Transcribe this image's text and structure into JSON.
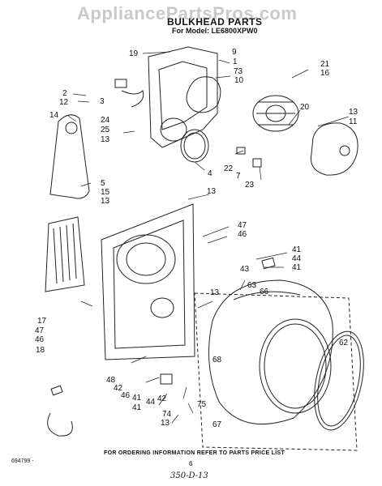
{
  "watermark": "AppliancePartsPros.com",
  "header": {
    "title": "BULKHEAD PARTS",
    "model_line": "For Model: LE6800XPW0"
  },
  "callouts": [
    {
      "id": "c19a",
      "text": "19"
    },
    {
      "id": "c9",
      "text": "9"
    },
    {
      "id": "c1",
      "text": "1"
    },
    {
      "id": "c73",
      "text": "73"
    },
    {
      "id": "c10",
      "text": "10"
    },
    {
      "id": "c21",
      "text": "21"
    },
    {
      "id": "c16",
      "text": "16"
    },
    {
      "id": "c2",
      "text": "2"
    },
    {
      "id": "c12",
      "text": "12"
    },
    {
      "id": "c3",
      "text": "3"
    },
    {
      "id": "c14",
      "text": "14"
    },
    {
      "id": "c24",
      "text": "24"
    },
    {
      "id": "c25",
      "text": "25"
    },
    {
      "id": "c13a",
      "text": "13"
    },
    {
      "id": "c20",
      "text": "20"
    },
    {
      "id": "c13b",
      "text": "13"
    },
    {
      "id": "c11",
      "text": "11"
    },
    {
      "id": "c22",
      "text": "22"
    },
    {
      "id": "c7",
      "text": "7"
    },
    {
      "id": "c23",
      "text": "23"
    },
    {
      "id": "c4",
      "text": "4"
    },
    {
      "id": "c5",
      "text": "5"
    },
    {
      "id": "c15",
      "text": "15"
    },
    {
      "id": "c13c",
      "text": "13"
    },
    {
      "id": "c13d",
      "text": "13"
    },
    {
      "id": "c47a",
      "text": "47"
    },
    {
      "id": "c46a",
      "text": "46"
    },
    {
      "id": "c41a",
      "text": "41"
    },
    {
      "id": "c44a",
      "text": "44"
    },
    {
      "id": "c41b",
      "text": "41"
    },
    {
      "id": "c43",
      "text": "43"
    },
    {
      "id": "c63",
      "text": "63"
    },
    {
      "id": "c66",
      "text": "66"
    },
    {
      "id": "c13e",
      "text": "13"
    },
    {
      "id": "c17",
      "text": "17"
    },
    {
      "id": "c47b",
      "text": "47"
    },
    {
      "id": "c46b",
      "text": "46"
    },
    {
      "id": "c18",
      "text": "18"
    },
    {
      "id": "c62",
      "text": "62"
    },
    {
      "id": "c68",
      "text": "68"
    },
    {
      "id": "c48",
      "text": "48"
    },
    {
      "id": "c42a",
      "text": "42"
    },
    {
      "id": "c46c",
      "text": "46"
    },
    {
      "id": "c41c",
      "text": "41"
    },
    {
      "id": "c41d",
      "text": "41"
    },
    {
      "id": "c44b",
      "text": "44"
    },
    {
      "id": "c42b",
      "text": "42"
    },
    {
      "id": "c75",
      "text": "75"
    },
    {
      "id": "c74",
      "text": "74"
    },
    {
      "id": "c13f",
      "text": "13"
    },
    {
      "id": "c67",
      "text": "67"
    }
  ],
  "footer": {
    "code": "694799 -",
    "ordering_info": "FOR ORDERING INFORMATION REFER TO PARTS PRICE LIST",
    "page_number": "6",
    "handwritten_note": "350-D-13"
  }
}
